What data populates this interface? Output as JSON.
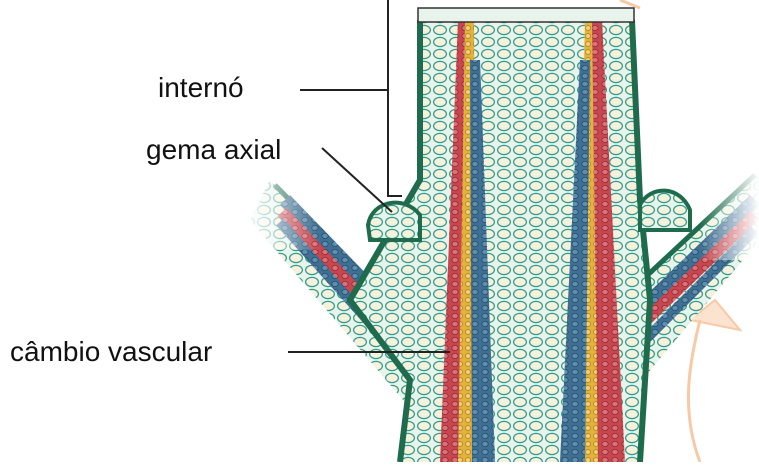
{
  "labels": {
    "interno": "internó",
    "gema_axial": "gema axial",
    "cambio_vascular": "câmbio vascular"
  },
  "colors": {
    "tissue": "#cfe7dc",
    "cell_border": "#2f9a88",
    "epidermis": "#1f6b4e",
    "phloem_red": "#c8474f",
    "xylem_blue": "#3f6f92",
    "cambium_yellow": "#e3b13c",
    "leader_line": "#222222",
    "decor_orange": "#f7c9a6"
  }
}
